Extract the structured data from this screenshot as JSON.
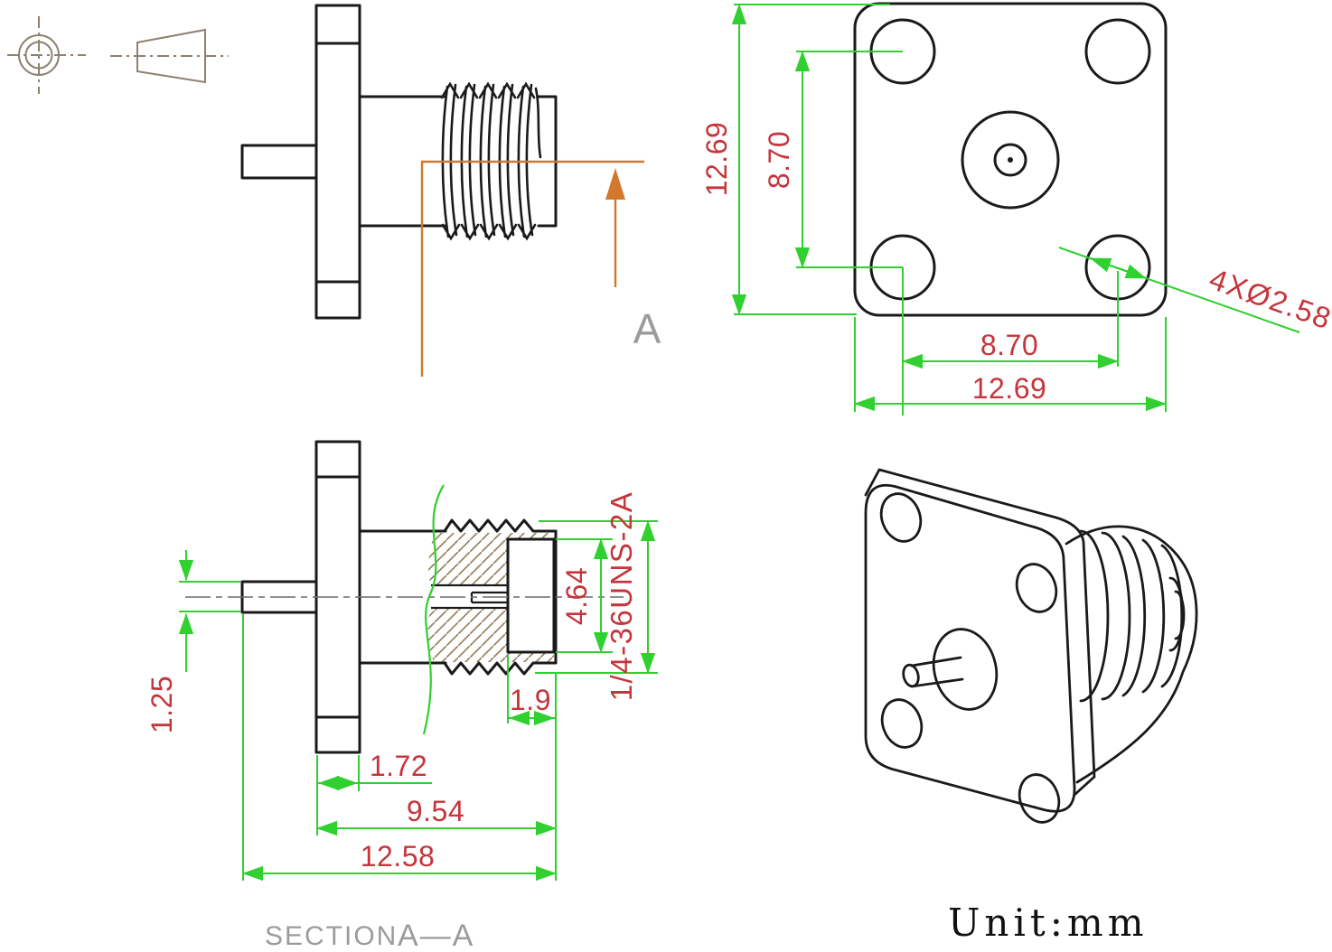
{
  "drawing": {
    "title": "SMA 4-hole flange connector drawing",
    "unit_label": "Unit:mm",
    "section_title_left": "SECTION",
    "section_title_right": "A—A",
    "section_arrow_label": "A",
    "front_view": {
      "dim_flange_height": "12.69",
      "dim_hole_spacing_vertical": "8.70",
      "dim_hole_spacing_horizontal": "8.70",
      "dim_flange_width": "12.69",
      "dim_mounting_holes": "4XØ2.58"
    },
    "section_view": {
      "dim_pin_diameter": "1.25",
      "dim_flange_thickness": "1.72",
      "dim_body_length": "9.54",
      "dim_overall_length": "12.58",
      "dim_recess_depth": "1.9",
      "dim_recess_diameter": "4.64",
      "dim_thread_spec": "1/4-36UNS-2A"
    },
    "colors": {
      "outline": "#1a1a1a",
      "dimension_line_green": "#2fd02f",
      "dimension_text_red": "#c5353b",
      "section_cut_orange": "#d2782e",
      "hatch_tan": "#9a8462",
      "projection_symbol_tan": "#8d8170",
      "label_gray": "#9b9b9b",
      "background": "#ffffff"
    }
  }
}
